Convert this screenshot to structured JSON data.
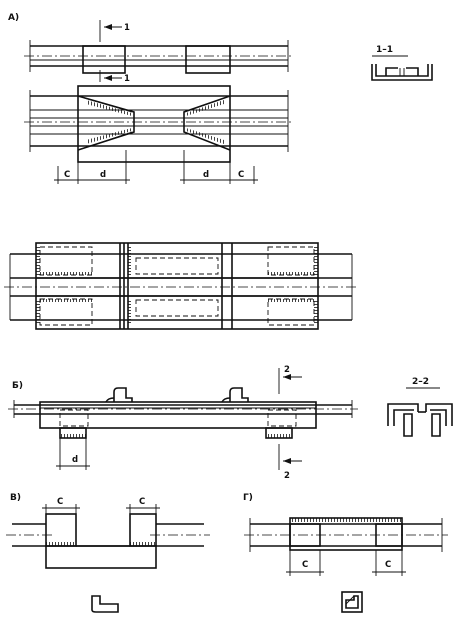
{
  "labels": {
    "fig_a": "А)",
    "fig_b": "Б)",
    "fig_v": "В)",
    "fig_g": "Г)",
    "section_1": "1–1",
    "section_2": "2–2",
    "cut_1": "1",
    "cut_2": "2",
    "dim_c": "С",
    "dim_d": "d"
  }
}
